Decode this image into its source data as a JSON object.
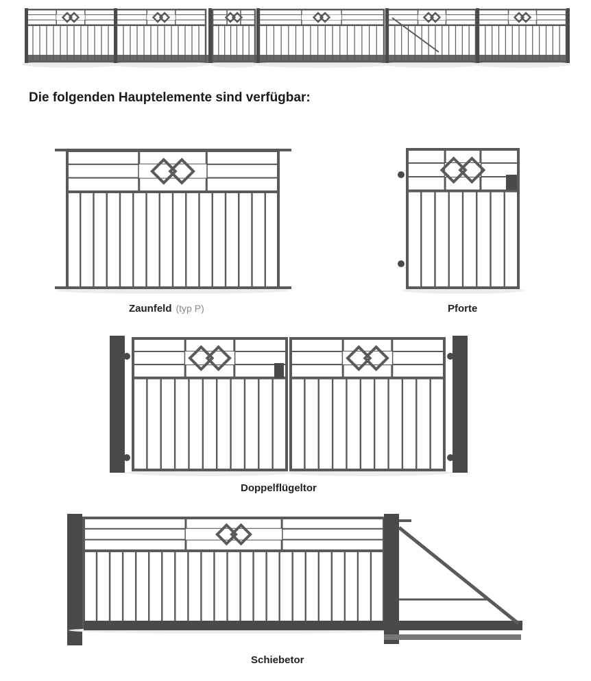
{
  "heading": "Die folgenden Hauptelemente sind verfügbar:",
  "elements": [
    {
      "name": "Zaunfeld",
      "note": "(typ P)"
    },
    {
      "name": "Pforte"
    },
    {
      "name": "Doppelflügeltor"
    },
    {
      "name": "Schiebetor"
    }
  ],
  "colors": {
    "metal": "#5a5a5a",
    "post": "#4a4a4a",
    "shadow": "#ececec"
  }
}
